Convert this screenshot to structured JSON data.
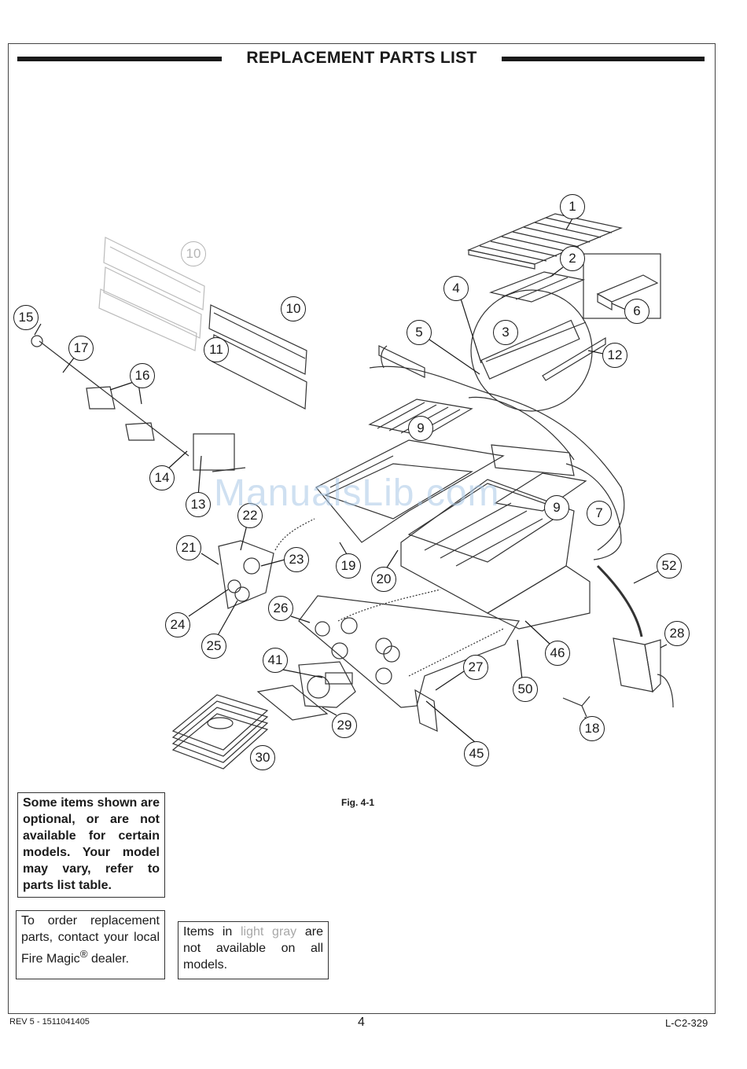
{
  "header": {
    "title": "REPLACEMENT PARTS LIST"
  },
  "figure": {
    "caption": "Fig. 4-1"
  },
  "watermark": "ManualsLib.com",
  "callouts": [
    {
      "num": "1"
    },
    {
      "num": "2"
    },
    {
      "num": "3"
    },
    {
      "num": "4"
    },
    {
      "num": "5"
    },
    {
      "num": "6"
    },
    {
      "num": "7"
    },
    {
      "num": "9"
    },
    {
      "num": "9"
    },
    {
      "num": "10"
    },
    {
      "num": "10",
      "gray": true
    },
    {
      "num": "11"
    },
    {
      "num": "12"
    },
    {
      "num": "13"
    },
    {
      "num": "14"
    },
    {
      "num": "15"
    },
    {
      "num": "16"
    },
    {
      "num": "17"
    },
    {
      "num": "18"
    },
    {
      "num": "19"
    },
    {
      "num": "20"
    },
    {
      "num": "21"
    },
    {
      "num": "22"
    },
    {
      "num": "23"
    },
    {
      "num": "24"
    },
    {
      "num": "25"
    },
    {
      "num": "26"
    },
    {
      "num": "27"
    },
    {
      "num": "28"
    },
    {
      "num": "29"
    },
    {
      "num": "30"
    },
    {
      "num": "41"
    },
    {
      "num": "45"
    },
    {
      "num": "46"
    },
    {
      "num": "50"
    },
    {
      "num": "52"
    }
  ],
  "notes": {
    "optional": "Some items shown are optional, or are not available for certain models. Your model may vary, refer to parts list table.",
    "order_text": "To order replacement parts, contact your local Fire Magic",
    "order_reg": "®",
    "order_tail": "dealer.",
    "gray_pre": "Items in",
    "gray_word": "light gray",
    "gray_post": "are not available on all models."
  },
  "footer": {
    "rev": "REV 5 - 1511041405",
    "page": "4",
    "doc": "L-C2-329"
  }
}
